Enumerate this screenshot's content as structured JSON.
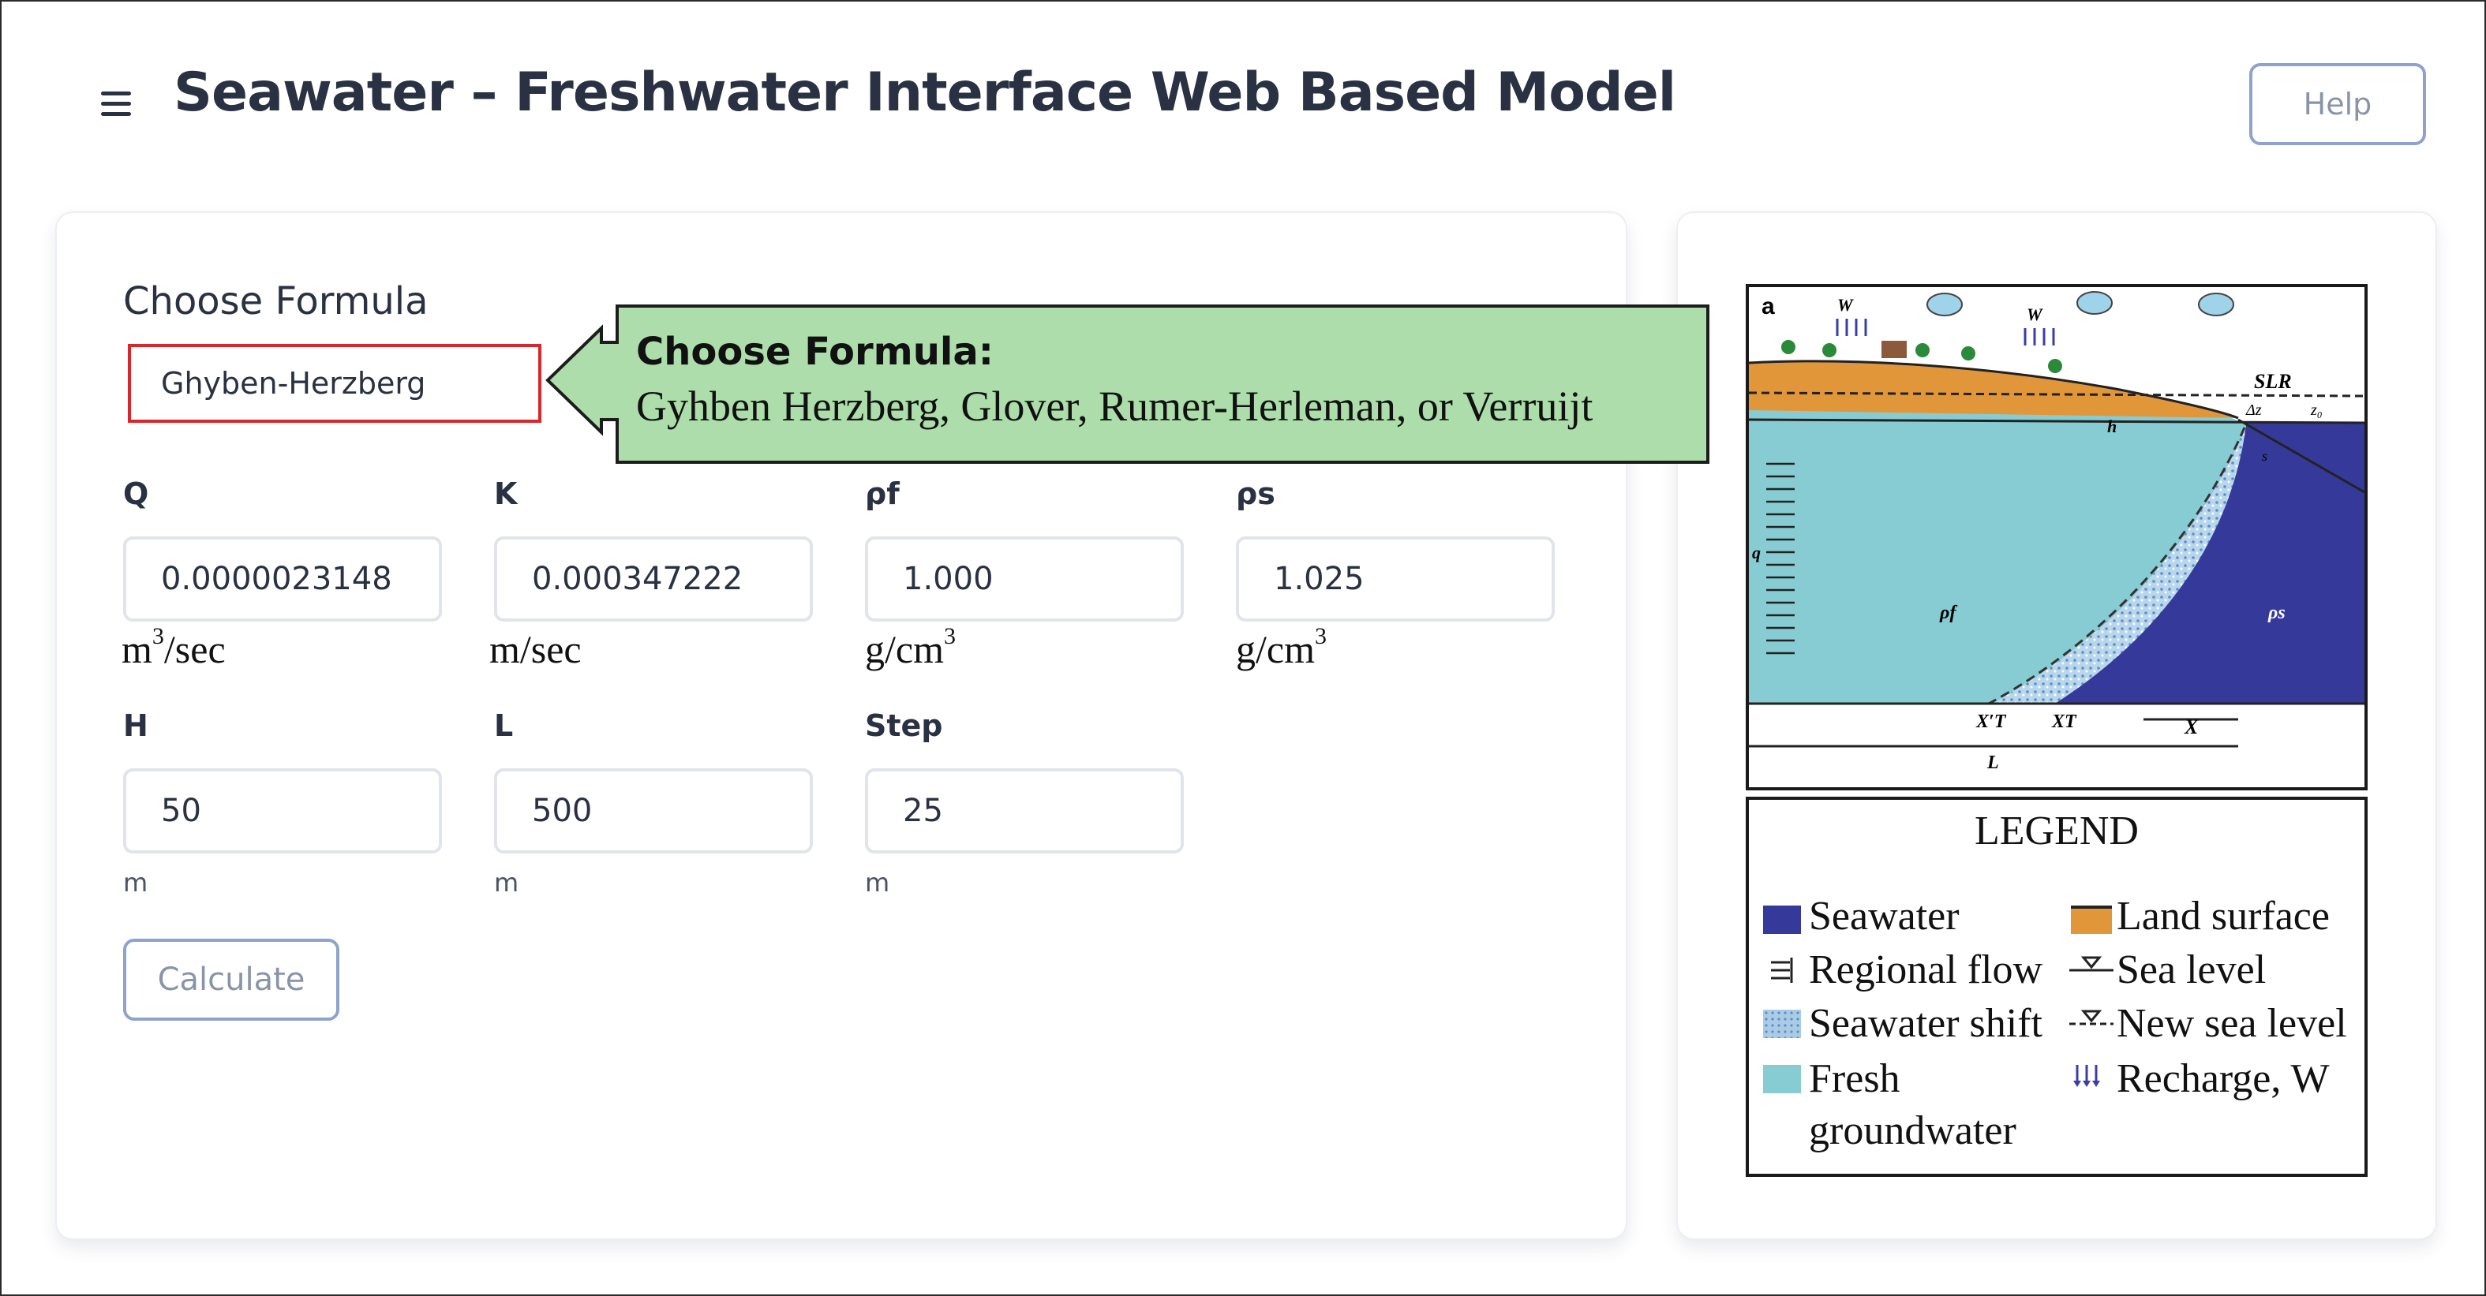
{
  "app": {
    "title": "Seawater – Freshwater Interface Web Based Model",
    "help_label": "Help"
  },
  "form": {
    "formula_label": "Choose Formula",
    "formula_value": "Ghyben-Herzberg",
    "callout_heading": "Choose Formula:",
    "callout_text": "Gyhben Herzberg, Glover, Rumer-Herleman, or Verruijt",
    "fields": {
      "Q": {
        "label": "Q",
        "value": "0.0000023148",
        "unit_base": "m",
        "unit_sup": "3",
        "unit_rest": "/sec"
      },
      "K": {
        "label": "K",
        "value": "0.000347222",
        "unit": "m/sec"
      },
      "pf": {
        "label": "ρf",
        "value": "1.000",
        "unit_base": "g/cm",
        "unit_sup": "3"
      },
      "ps": {
        "label": "ρs",
        "value": "1.025",
        "unit_base": "g/cm",
        "unit_sup": "3"
      },
      "H": {
        "label": "H",
        "value": "50",
        "unit": "m"
      },
      "L": {
        "label": "L",
        "value": "500",
        "unit": "m"
      },
      "Step": {
        "label": "Step",
        "value": "25",
        "unit": "m"
      }
    },
    "calculate_label": "Calculate"
  },
  "diagram": {
    "panel_label": "a",
    "labels": {
      "W": "W",
      "SLR": "SLR",
      "dz": "Δz",
      "z0": "z₀",
      "h": "h",
      "s": "s",
      "q": "q",
      "rho_f": "ρf",
      "rho_s": "ρs",
      "XT_prime": "X′T",
      "XT": "XT",
      "X": "X",
      "L": "L"
    },
    "colors": {
      "seawater": "#35399a",
      "fresh_groundwater": "#86ccd2",
      "land_surface": "#e1963a",
      "seawater_shift": "#a9cbe6"
    }
  },
  "legend": {
    "title": "LEGEND",
    "items": {
      "seawater": "Seawater",
      "land_surface": "Land surface",
      "regional_flow": "Regional flow",
      "sea_level": "Sea level",
      "seawater_shift": "Seawater shift",
      "new_sea_level": "New sea level",
      "fresh": "Fresh",
      "groundwater": "groundwater",
      "recharge": "Recharge, W"
    }
  }
}
